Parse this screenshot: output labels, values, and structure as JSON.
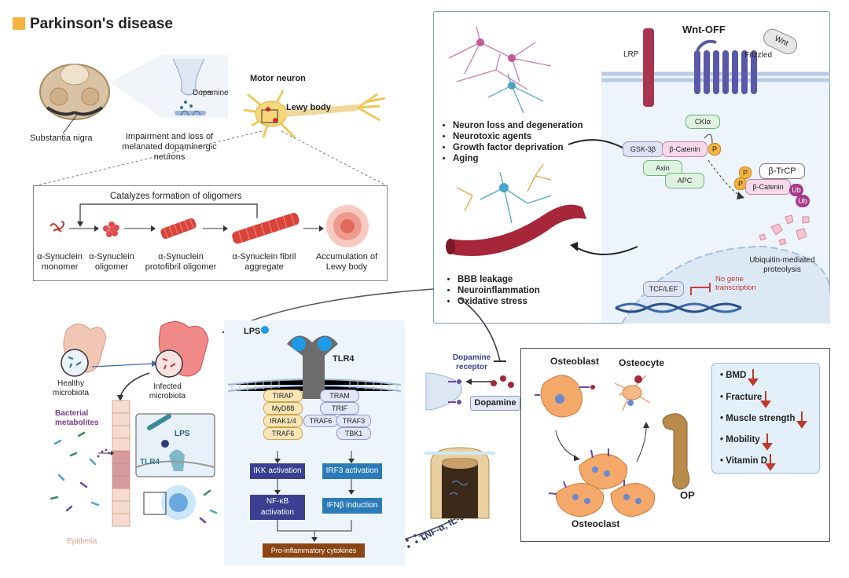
{
  "title": "Parkinson's disease",
  "colors": {
    "title_square": "#f4b23e",
    "navy": "#3b3f8f",
    "blue": "#2b7bb9",
    "red": "#c0392b",
    "brown": "#8b4513"
  },
  "top_left": {
    "substantia_nigra": "Substantia nigra",
    "dopamine": "Dopamine",
    "impairment": "Impairment and loss of melanated dopaminergic neurons",
    "motor_neuron": "Motor neuron",
    "lewy_body": "Lewy body"
  },
  "aggregation": {
    "catalyzes": "Catalyzes formation of oligomers",
    "stages": [
      "α-Synuclein monomer",
      "α-Synuclein oligomer",
      "α-Synuclein protofibril oligomer",
      "α-Synuclein fibril aggregate",
      "Accumulation of Lewy body"
    ]
  },
  "wnt": {
    "title": "Wnt-OFF",
    "lrp": "LRP",
    "frizzled": "Frizzled",
    "wnt": "Wnt",
    "ckia": "CKIα",
    "gsk": "GSK-3β",
    "bcat": "β-Catenin",
    "axin": "Axin",
    "apc": "APC",
    "p": "P",
    "btrcp": "β-TrCP",
    "ub": "Ub",
    "proteolysis": "Ubiquitin-mediated proteolysis",
    "tcf": "TCF/LEF",
    "no_gene": "No gene transcription",
    "causes": [
      "Neuron loss and degeneration",
      "Neurotoxic agents",
      "Growth factor deprivation",
      "Aging"
    ],
    "effects": [
      "BBB leakage",
      "Neuroinflammation",
      "Oxidative stress"
    ]
  },
  "gut": {
    "healthy": "Healthy microbiota",
    "infected": "Infected microbiota",
    "metabolites": "Bacterial metabolites",
    "lps": "LPS",
    "tlr4": "TLR4",
    "epithelia": "Epithelia"
  },
  "tlr": {
    "lps": "LPS",
    "tlr4": "TLR4",
    "left": [
      "TIRAP",
      "MyD88",
      "IRAK1/4",
      "TRAF6"
    ],
    "right_top": [
      "TRAM",
      "TRIF"
    ],
    "right_pair": [
      "TRAF6",
      "TRAF3"
    ],
    "tbk1": "TBK1",
    "ikk": "IKK activation",
    "irf3": "IRF3 activation",
    "nfkb": "NF-κB activation",
    "ifnb": "IFNβ induction",
    "cytokines": "Pro-inflammatory cytokines",
    "tnf": "TNF-α, IL-6"
  },
  "dopamine": {
    "receptor": "Dopamine receptor",
    "label": "Dopamine"
  },
  "bone": {
    "osteoblast": "Osteoblast",
    "osteocyte": "Osteocyte",
    "osteoclast": "Osteoclast",
    "op": "OP",
    "items": [
      "BMD",
      "Fracture",
      "Muscle strength",
      "Mobility",
      "Vitamin D"
    ]
  }
}
